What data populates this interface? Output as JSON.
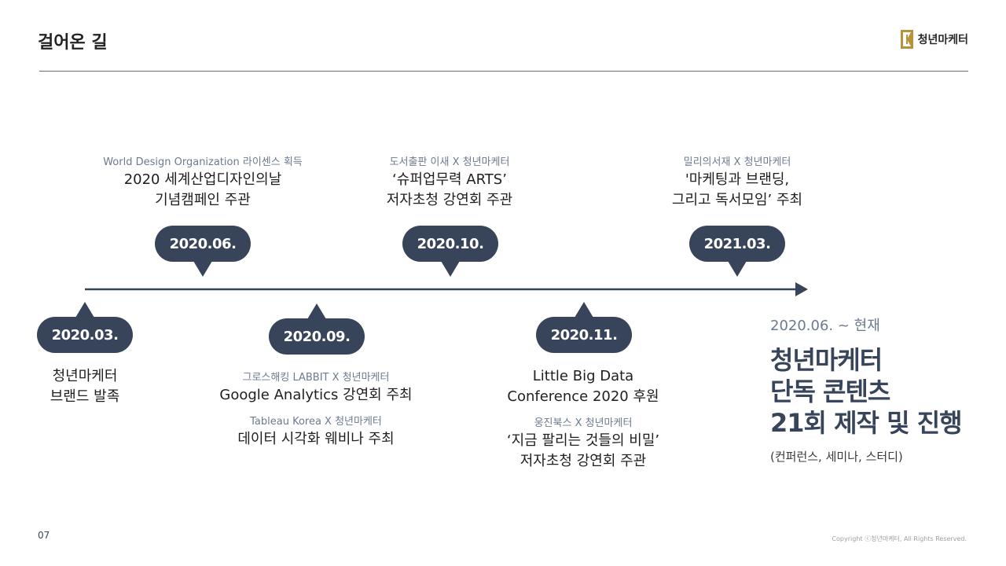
{
  "header": {
    "title": "걸어온 길",
    "logo_text": "청년마케터",
    "logo_color": "#b8923a"
  },
  "colors": {
    "bubble": "#37445a",
    "subtitle": "#6c7a90",
    "line": "#37445a"
  },
  "milestones": [
    {
      "date": "2020.03.",
      "main": [
        "청년마케터",
        "브랜드 발족"
      ]
    },
    {
      "date": "2020.06.",
      "sub": "World Design Organization 라이센스 획득",
      "main": [
        "2020 세계산업디자인의날",
        "기념캠페인 주관"
      ]
    },
    {
      "date": "2020.09.",
      "events": [
        {
          "sub": "그로스해킹 LABBIT X 청년마케터",
          "main": "Google Analytics 강연회 주최"
        },
        {
          "sub": "Tableau Korea X 청년마케터",
          "main": "데이터 시각화 웨비나 주최"
        }
      ]
    },
    {
      "date": "2020.10.",
      "sub": "도서출판 이새 X 청년마케터",
      "main": [
        "‘슈퍼업무력 ARTS’",
        "저자초청 강연회 주관"
      ]
    },
    {
      "date": "2020.11.",
      "main": [
        "Little Big Data",
        "Conference 2020 후원"
      ],
      "sub2": "웅진북스 X 청년마케터",
      "main2": [
        "‘지금 팔리는 것들의 비밀’",
        "저자초청 강연회 주관"
      ]
    },
    {
      "date": "2021.03.",
      "sub": "밀리의서재 X 청년마케터",
      "main": [
        "'마케팅과 브랜딩,",
        "그리고 독서모임’ 주최"
      ]
    }
  ],
  "summary": {
    "period": "2020.06. ~ 현재",
    "lines": [
      "청년마케터",
      "단독 콘텐츠",
      "21회 제작 및 진행"
    ],
    "note": "(컨퍼런스, 세미나, 스터디)"
  },
  "footer": {
    "page_number": "07",
    "copyright": "Copyright ⓒ청년마케터, All Rights Reserved."
  }
}
